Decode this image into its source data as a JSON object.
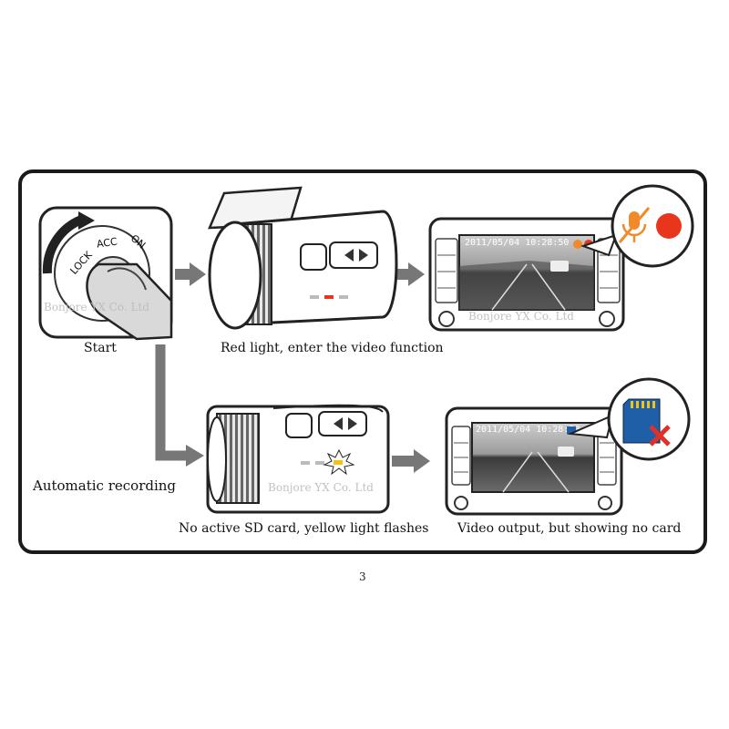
{
  "steps": [
    {
      "id": "start",
      "caption": "Start"
    },
    {
      "id": "red-light",
      "caption": "Red light, enter the video function"
    },
    {
      "id": "automatic",
      "caption": "Automatic recording"
    },
    {
      "id": "no-sd",
      "caption": "No active SD card, yellow light flashes"
    },
    {
      "id": "no-card-output",
      "caption": "Video output, but showing no card"
    }
  ],
  "key_switch": {
    "lock": "LOCK",
    "acc": "ACC",
    "on": "ON"
  },
  "screens": {
    "top_timestamp": "2011/05/04  10:28:50",
    "bottom_timestamp": "2011/05/04  10:28:50"
  },
  "watermarks": [
    "Bonjore YX Co. Ltd",
    "Bonjore YX Co. Ltd",
    "Bonjore YX Co. Ltd"
  ],
  "page_number": "3",
  "colors": {
    "record_red": "#e8361c",
    "mic_orange": "#f08a2a",
    "sd_blue": "#1e5fa8",
    "x_red": "#e0302a",
    "yellow_led": "#f2c21b"
  },
  "icons": [
    "key-switch-icon",
    "dashcam-icon",
    "car-monitor-icon",
    "mute-mic-icon",
    "record-dot-icon",
    "sd-card-icon",
    "cross-icon"
  ]
}
